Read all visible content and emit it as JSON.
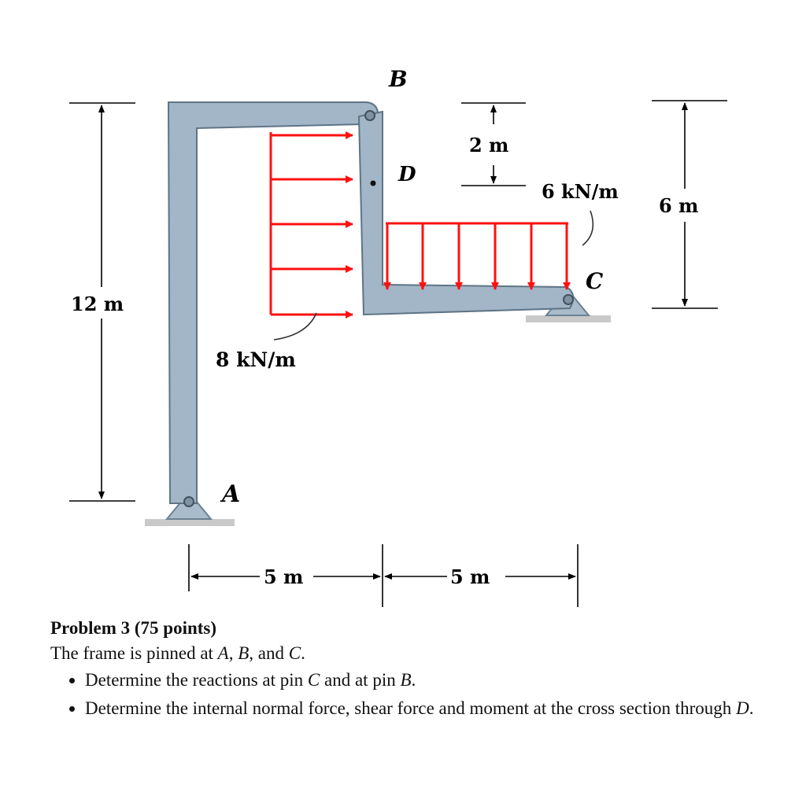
{
  "figure": {
    "labels": {
      "A": "A",
      "B": "B",
      "C": "C",
      "D": "D"
    },
    "loads": {
      "horizontal": "8 kN/m",
      "vertical": "6 kN/m"
    },
    "dimensions": {
      "height_total": "12 m",
      "height_right": "6 m",
      "height_top": "2 m",
      "span_left": "5 m",
      "span_right": "5 m"
    },
    "colors": {
      "member": "#9fb3c4",
      "member_edge": "#5e7486",
      "load": "#ff1010",
      "ground": "#c8c8c8",
      "dimension": "#000000"
    }
  },
  "problem": {
    "title": "Problem 3 (75 points)",
    "statement": {
      "pre": "The frame is pinned at ",
      "A": "A",
      "sep1": ", ",
      "B": "B",
      "sep2": ", and ",
      "C": "C",
      "end": "."
    },
    "tasks": [
      {
        "pre": "Determine the reactions at pin ",
        "C": "C",
        "mid": " and at pin ",
        "B": "B",
        "end": "."
      },
      {
        "pre": "Determine the internal normal force, shear force and moment at the cross section through ",
        "D": "D",
        "end": "."
      }
    ]
  }
}
